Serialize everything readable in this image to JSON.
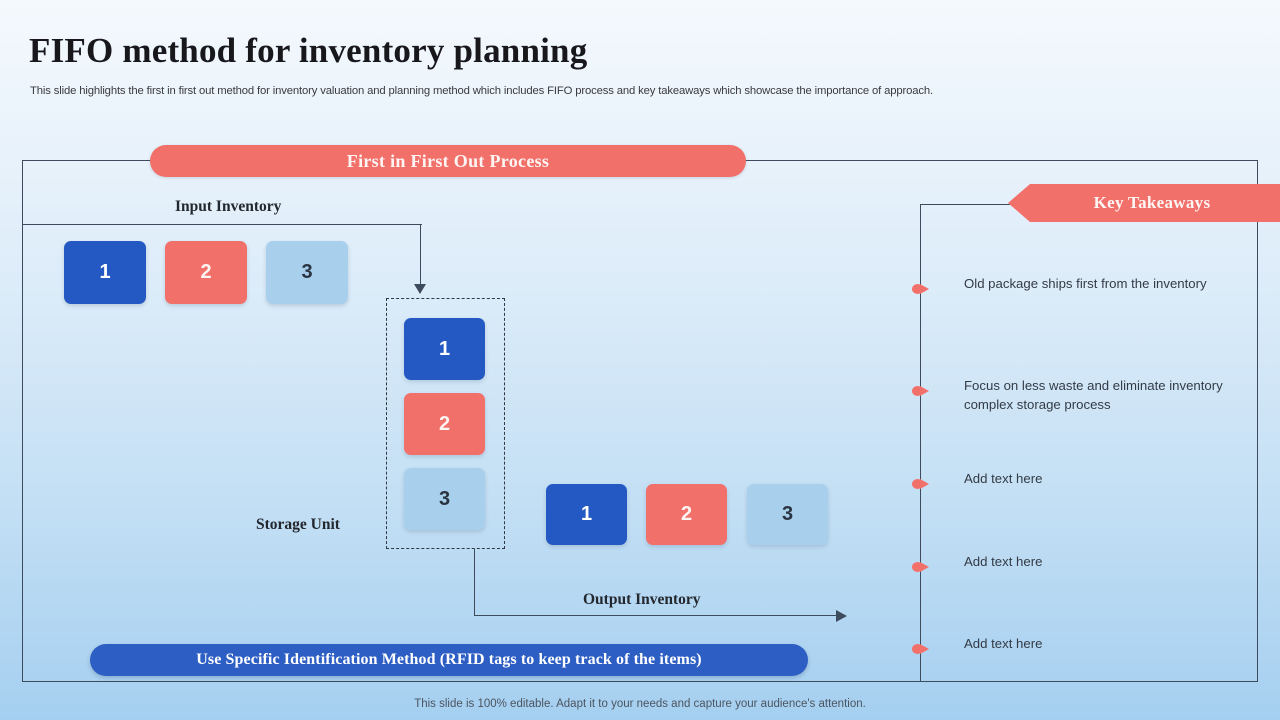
{
  "header": {
    "title": "FIFO method for inventory planning",
    "subtitle": "This slide highlights the first in first out method for inventory valuation and planning method which includes FIFO process and key takeaways which showcase the importance of approach."
  },
  "process": {
    "banner": "First in First Out Process",
    "input_label": "Input Inventory",
    "storage_label": "Storage Unit",
    "output_label": "Output Inventory",
    "input_boxes": [
      {
        "value": "1",
        "color": "#2459c4"
      },
      {
        "value": "2",
        "color": "#f2706a"
      },
      {
        "value": "3",
        "color": "#a8d0ec"
      }
    ],
    "storage_boxes": [
      {
        "value": "1",
        "color": "#2459c4"
      },
      {
        "value": "2",
        "color": "#f2706a"
      },
      {
        "value": "3",
        "color": "#a8d0ec"
      }
    ],
    "output_boxes": [
      {
        "value": "1",
        "color": "#2459c4"
      },
      {
        "value": "2",
        "color": "#f2706a"
      },
      {
        "value": "3",
        "color": "#a8d0ec"
      }
    ],
    "rfid_banner": "Use Specific Identification Method (RFID tags to keep track of the items)"
  },
  "takeaways": {
    "banner": "Key Takeaways",
    "items": [
      {
        "text": "Old package ships first from the inventory"
      },
      {
        "text": "Focus on less waste and eliminate inventory complex storage process"
      },
      {
        "text": "Add text here"
      },
      {
        "text": "Add text here"
      },
      {
        "text": "Add text here"
      }
    ]
  },
  "footer": {
    "note": "This slide is 100% editable. Adapt it to your needs and capture your audience's attention."
  },
  "colors": {
    "accent_coral": "#f2706a",
    "accent_blue": "#2459c4",
    "light_blue": "#a8d0ec",
    "frame_border": "#3d4b5c",
    "banner_blue": "#2d5ec4"
  }
}
